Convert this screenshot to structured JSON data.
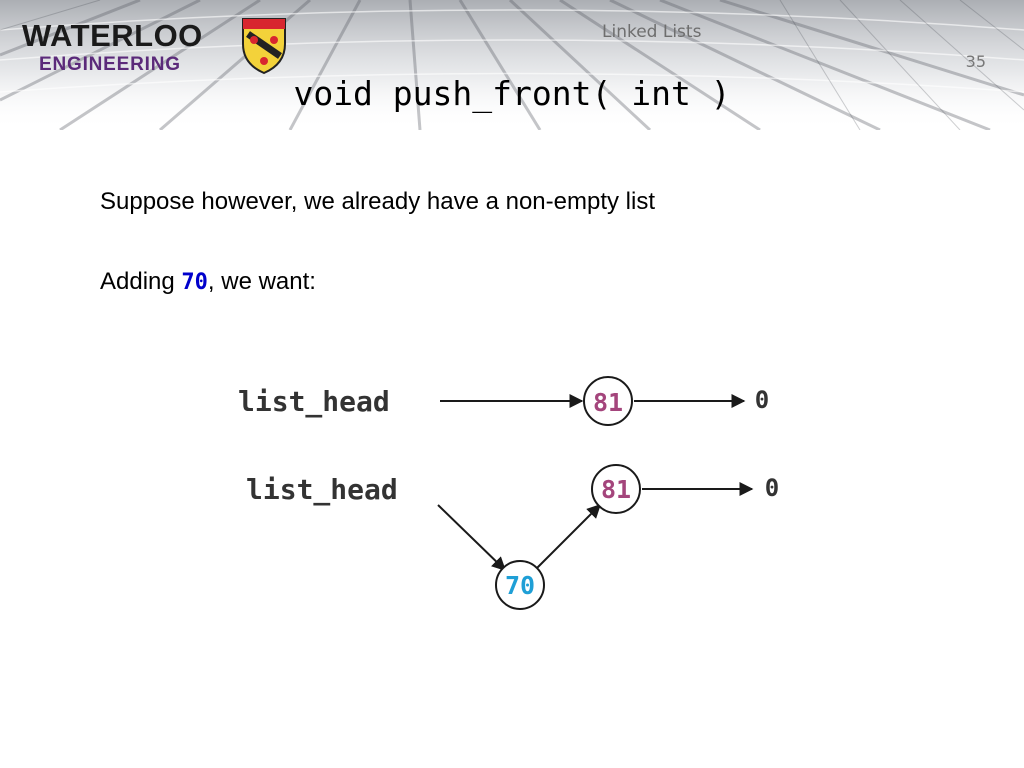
{
  "header": {
    "logo_word": "WATERLOO",
    "logo_sub": "ENGINEERING",
    "section": "Linked Lists",
    "slide_number": "35"
  },
  "slide": {
    "title": "void push_front( int )",
    "line1": "Suppose however, we already have a non-empty list",
    "line2_prefix": "Adding ",
    "line2_code": "70",
    "line2_suffix": ", we want:"
  },
  "diagram": {
    "rows": [
      {
        "head_label": "list_head",
        "nodes": [
          "81"
        ],
        "terminator": "0"
      },
      {
        "head_label": "list_head",
        "nodes": [
          "70",
          "81"
        ],
        "terminator": "0"
      }
    ],
    "colors": {
      "existing_node": "#a4457c",
      "new_node": "#1f9fd6",
      "arrow": "#1a1a1a"
    }
  }
}
